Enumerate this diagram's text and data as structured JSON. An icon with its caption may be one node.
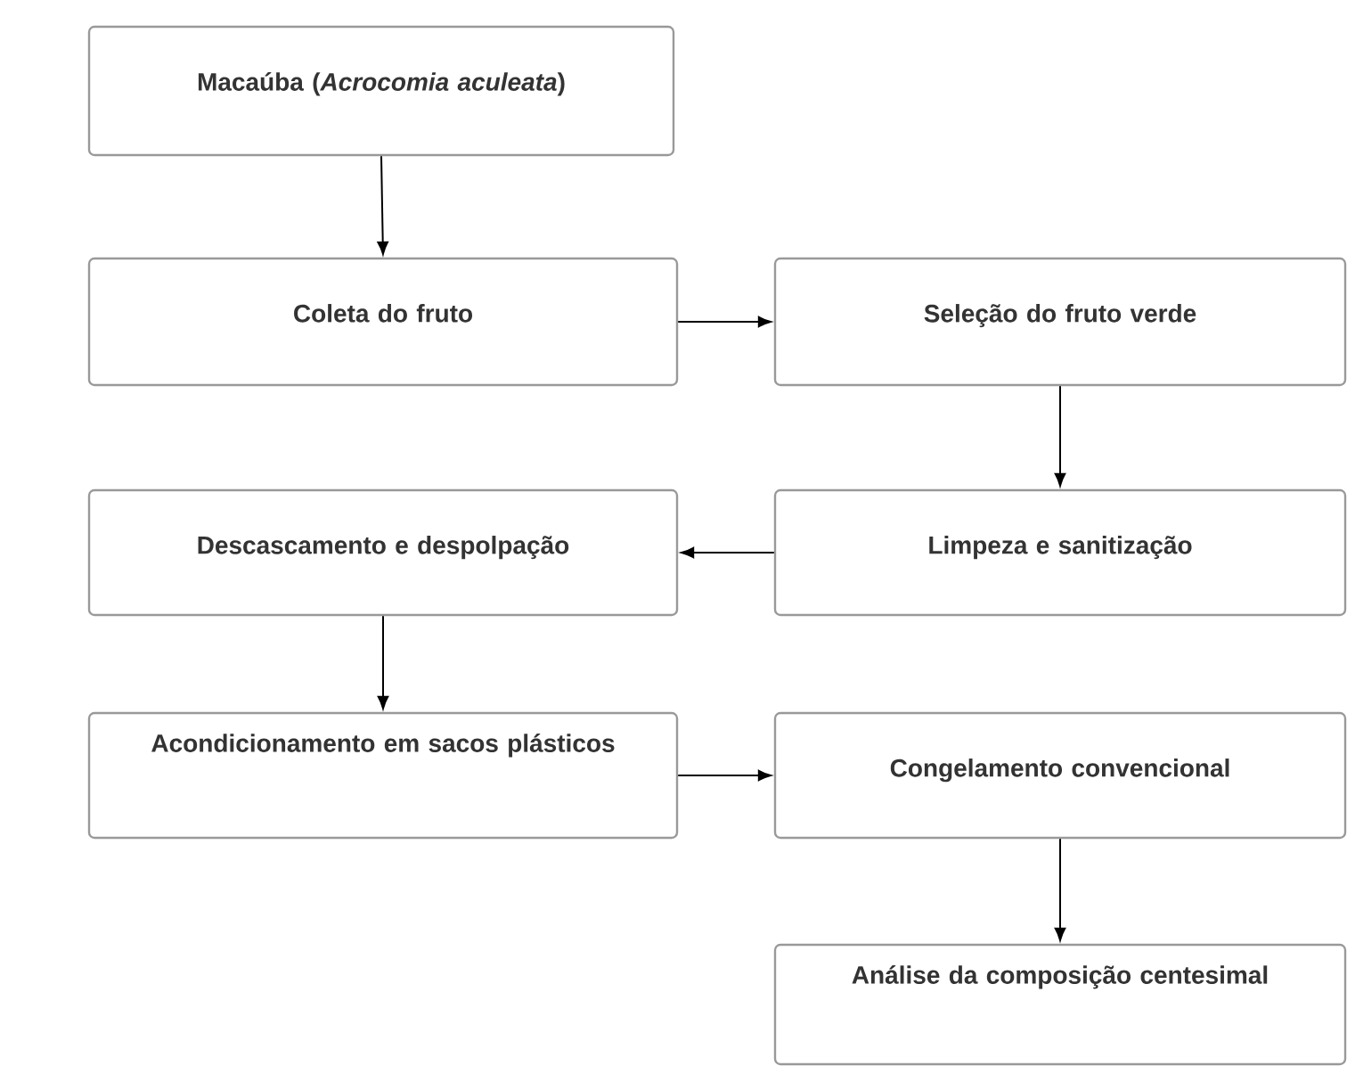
{
  "diagram": {
    "nodes": [
      {
        "text": [
          "Macaúba (*Acrocomia aculeata*)"
        ]
      },
      {
        "text": [
          "Coleta do fruto"
        ]
      },
      {
        "text": [
          "Seleção do fruto verde"
        ]
      },
      {
        "text": [
          "Limpeza e sanitização"
        ]
      },
      {
        "text": [
          "Descascamento e despolpação"
        ]
      },
      {
        "text": [
          "Acondicionamento em sacos plásticos"
        ]
      },
      {
        "text": [
          "Congelamento convencional"
        ]
      },
      {
        "text": [
          "Análise da composição centesimal"
        ]
      }
    ],
    "edges": [
      {
        "from": 0,
        "to": 1,
        "arrow": "to"
      },
      {
        "from": 1,
        "to": 2,
        "arrow": "to"
      },
      {
        "from": 2,
        "to": 3,
        "arrow": "to"
      },
      {
        "from": 3,
        "to": 4,
        "arrow": "to"
      },
      {
        "from": 4,
        "to": 5,
        "arrow": "to"
      },
      {
        "from": 5,
        "to": 6,
        "arrow": "to"
      },
      {
        "from": 6,
        "to": 7,
        "arrow": "to"
      }
    ]
  }
}
